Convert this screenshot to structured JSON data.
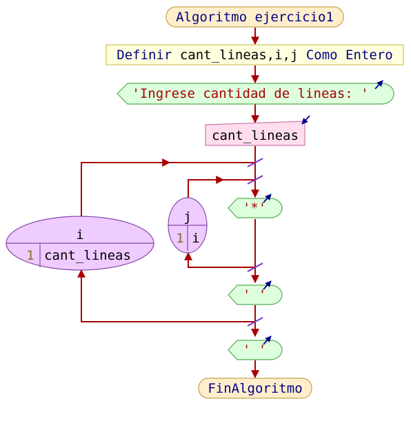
{
  "flowchart": {
    "start": {
      "label": "Algoritmo ejercicio1"
    },
    "define": {
      "keyword": "Definir",
      "vars": " cant_lineas,i,j ",
      "type_kw": "Como Entero"
    },
    "prompt": {
      "text": "'Ingrese cantidad de lineas: '"
    },
    "read": {
      "var": "cant_lineas"
    },
    "outer_loop": {
      "var": "i",
      "start": "1",
      "end": "cant_lineas"
    },
    "inner_loop": {
      "var": "j",
      "start": "1",
      "end": "i"
    },
    "inner_write": {
      "text": "'*'"
    },
    "after_inner_write": {
      "text": "' '"
    },
    "after_outer_write": {
      "text": "' '"
    },
    "end": {
      "label": "FinAlgoritmo"
    }
  },
  "colors": {
    "flow_line": "#aa0000",
    "terminal_fill": "#ffeecc",
    "terminal_stroke": "#c8a050",
    "define_fill": "#ffffdd",
    "define_stroke": "#d0c060",
    "output_fill": "#ddffdd",
    "output_stroke": "#55aa55",
    "input_fill": "#ffddee",
    "input_stroke": "#cc77aa",
    "loop_fill": "#eeccff",
    "loop_stroke": "#8844aa",
    "keyword": "#000088",
    "string": "#aa0000",
    "number": "#886633",
    "io_arrow": "#000088",
    "loop_marker": "#7733cc"
  }
}
